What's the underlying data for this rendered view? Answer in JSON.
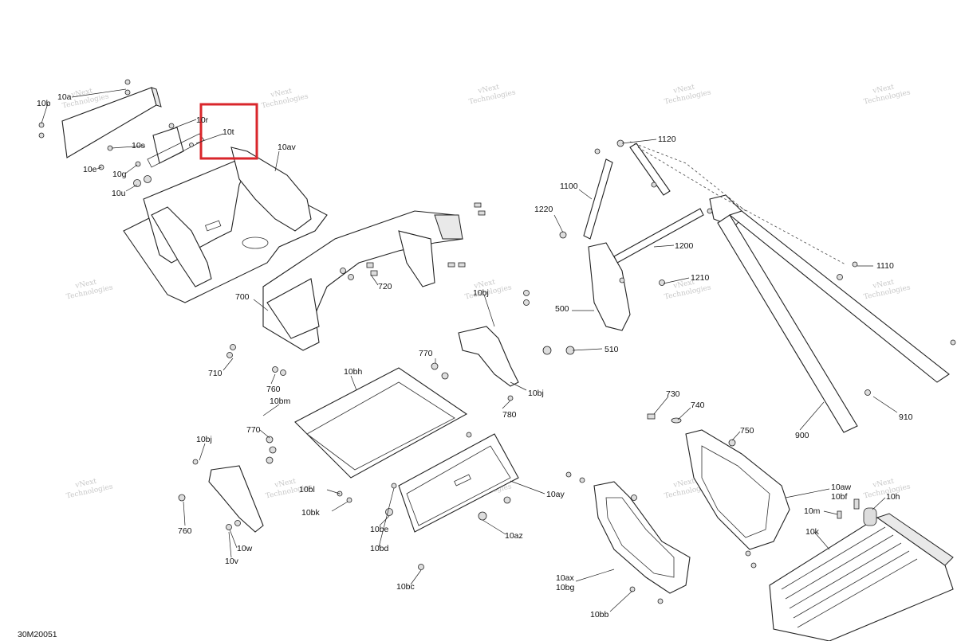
{
  "diagram": {
    "reference_code": "30M20051",
    "highlight_color": "#d9262b",
    "highlighted_label": "10t",
    "watermark": {
      "line1": "vNext",
      "line2": "Technologies"
    },
    "callouts": {
      "l10a": "10a",
      "l10b": "10b",
      "l10r": "10r",
      "l10t": "10t",
      "l10s": "10s",
      "l10e": "10e",
      "l10g": "10g",
      "l10u": "10u",
      "l10av": "10av",
      "l1120": "1120",
      "l1100": "1100",
      "l1220": "1220",
      "l1200": "1200",
      "l1110": "1110",
      "l1210": "1210",
      "l700": "700",
      "l720": "720",
      "l10bj_top": "10bj",
      "l500": "500",
      "l510": "510",
      "l770_top": "770",
      "l10bj_right": "10bj",
      "l710": "710",
      "l760_top": "760",
      "l10bh": "10bh",
      "l780": "780",
      "l10bm": "10bm",
      "l770_low": "770",
      "l10bj_left": "10bj",
      "l730": "730",
      "l740": "740",
      "l750": "750",
      "l900": "900",
      "l910": "910",
      "l10ay": "10ay",
      "l10bl": "10bl",
      "l10bk": "10bk",
      "l10be": "10be",
      "l10bd": "10bd",
      "l10az": "10az",
      "l760_low": "760",
      "l10w": "10w",
      "l10v": "10v",
      "l10bc": "10bc",
      "l10aw": "10aw",
      "l10bf": "10bf",
      "l10h": "10h",
      "l10m": "10m",
      "l10k": "10k",
      "l10ax": "10ax",
      "l10bg": "10bg",
      "l10bb": "10bb"
    }
  }
}
